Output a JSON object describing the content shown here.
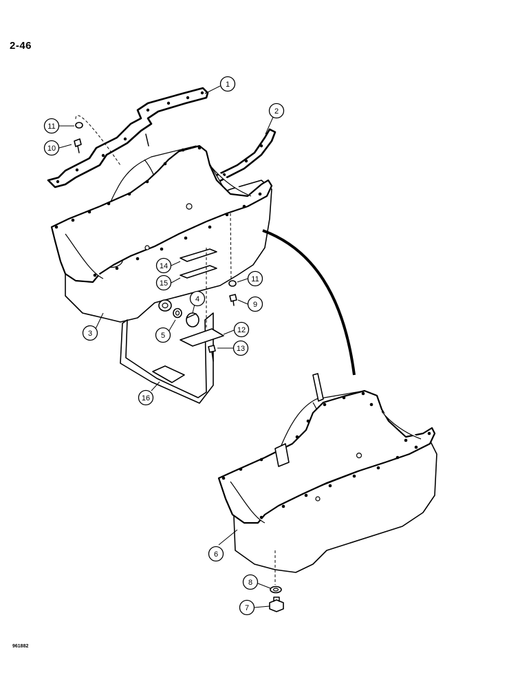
{
  "page_number": "2-46",
  "drawing_code": "961882",
  "callouts": [
    {
      "label": "1"
    },
    {
      "label": "2"
    },
    {
      "label": "3"
    },
    {
      "label": "4"
    },
    {
      "label": "5"
    },
    {
      "label": "6"
    },
    {
      "label": "7"
    },
    {
      "label": "8"
    },
    {
      "label": "9"
    },
    {
      "label": "10"
    },
    {
      "label": "11"
    },
    {
      "label": "11"
    },
    {
      "label": "12"
    },
    {
      "label": "13"
    },
    {
      "label": "14"
    },
    {
      "label": "15"
    },
    {
      "label": "16"
    }
  ]
}
